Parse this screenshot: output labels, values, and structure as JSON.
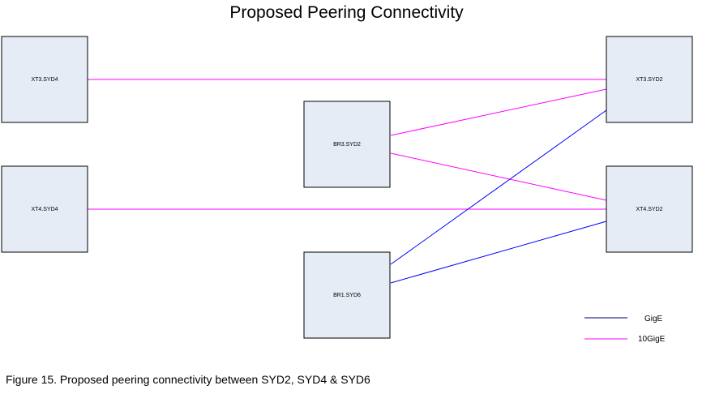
{
  "title": "Proposed Peering Connectivity",
  "caption": "Figure 15. Proposed peering connectivity between SYD2, SYD4 & SYD6",
  "colors": {
    "node_fill": "#e6ecf5",
    "node_border": "#000000",
    "gige": "#0000ff",
    "tengige": "#ff00ff"
  },
  "nodes": {
    "xt3_syd4": "XT3.SYD4",
    "xt4_syd4": "XT4.SYD4",
    "br3_syd2": "BR3.SYD2",
    "br1_syd6": "BR1.SYD6",
    "xt3_syd2": "XT3.SYD2",
    "xt4_syd2": "XT4.SYD2"
  },
  "links": [
    {
      "from": "XT3.SYD4",
      "to": "XT3.SYD2",
      "type": "10GigE"
    },
    {
      "from": "XT4.SYD4",
      "to": "XT4.SYD2",
      "type": "10GigE"
    },
    {
      "from": "BR3.SYD2",
      "to": "XT3.SYD2",
      "type": "10GigE"
    },
    {
      "from": "BR3.SYD2",
      "to": "XT4.SYD2",
      "type": "10GigE"
    },
    {
      "from": "BR1.SYD6",
      "to": "XT3.SYD2",
      "type": "GigE"
    },
    {
      "from": "BR1.SYD6",
      "to": "XT4.SYD2",
      "type": "GigE"
    }
  ],
  "legend": {
    "gige_label": "GigE",
    "tengige_label": "10GigE"
  }
}
